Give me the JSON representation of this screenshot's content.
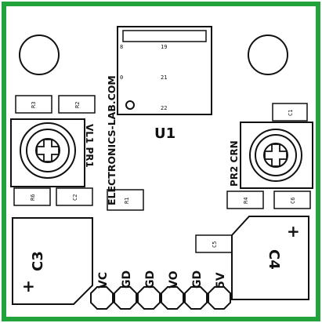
{
  "colors": {
    "border": "#22a33b",
    "ink": "#111111",
    "background": "#ffffff"
  },
  "site_text": "ELECTRONICS-LAB.COM",
  "u1": {
    "label": "U1",
    "pins": [
      "8",
      "19",
      "0",
      "21",
      "22"
    ]
  },
  "pots": {
    "left_label": "VL1 PR1",
    "right_label": "PR2 CRN"
  },
  "resistors": {
    "r1": "R1",
    "r2": "R2",
    "r3": "R3",
    "r4": "R4",
    "r6": "R6"
  },
  "capacitors": {
    "c1": "C1",
    "c2": "C2",
    "c3": "C3",
    "c4": "C4",
    "c5": "C5",
    "c6": "C6"
  },
  "polarity": {
    "c3_mark": "+",
    "c4_mark": "+"
  },
  "header_pins": [
    "VC",
    "GD",
    "GD",
    "VO",
    "GD",
    "5V"
  ]
}
